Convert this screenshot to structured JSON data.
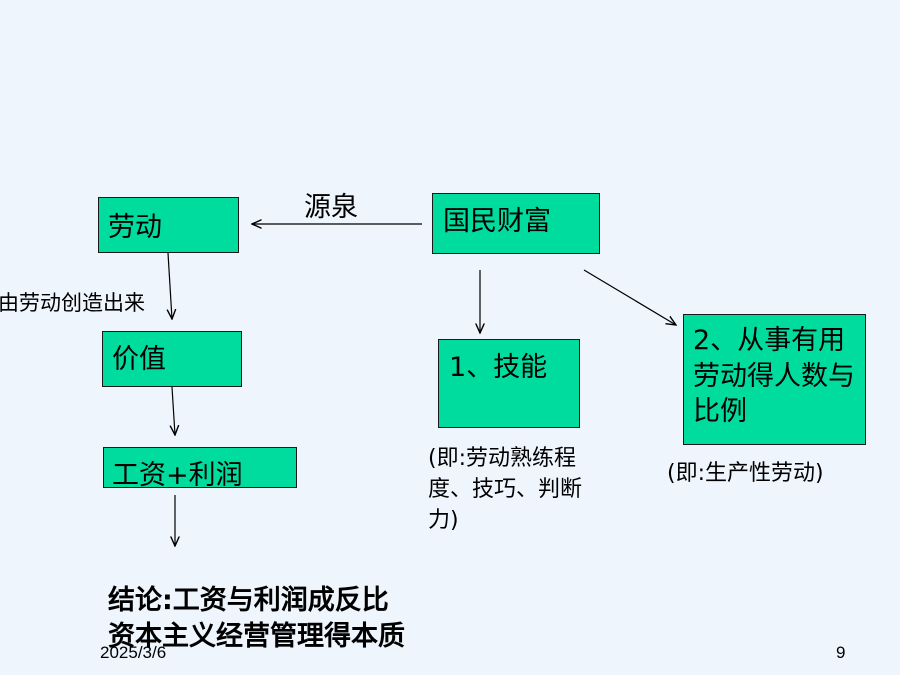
{
  "diagram": {
    "nodes": {
      "labor": "劳动",
      "national_wealth": "国民财富",
      "value": "价值",
      "wage_profit": "工资+利润",
      "skill": "1、技能",
      "useful_labor": "2、从事有用劳动得人数与比例"
    },
    "edge_labels": {
      "source": "源泉",
      "created_by_labor": "由劳动创造出来"
    },
    "notes": {
      "skill_note": "(即:劳动熟练程度、技巧、判断力)",
      "useful_labor_note": "(即:生产性劳动)"
    },
    "conclusion": {
      "line1": "结论:工资与利润成反比",
      "line2": "资本主义经营管理得本质"
    }
  },
  "footer": {
    "date": "2025/3/6",
    "page_number": "9"
  },
  "colors": {
    "box_fill": "#00dc9e",
    "background": "#eef5fd"
  }
}
